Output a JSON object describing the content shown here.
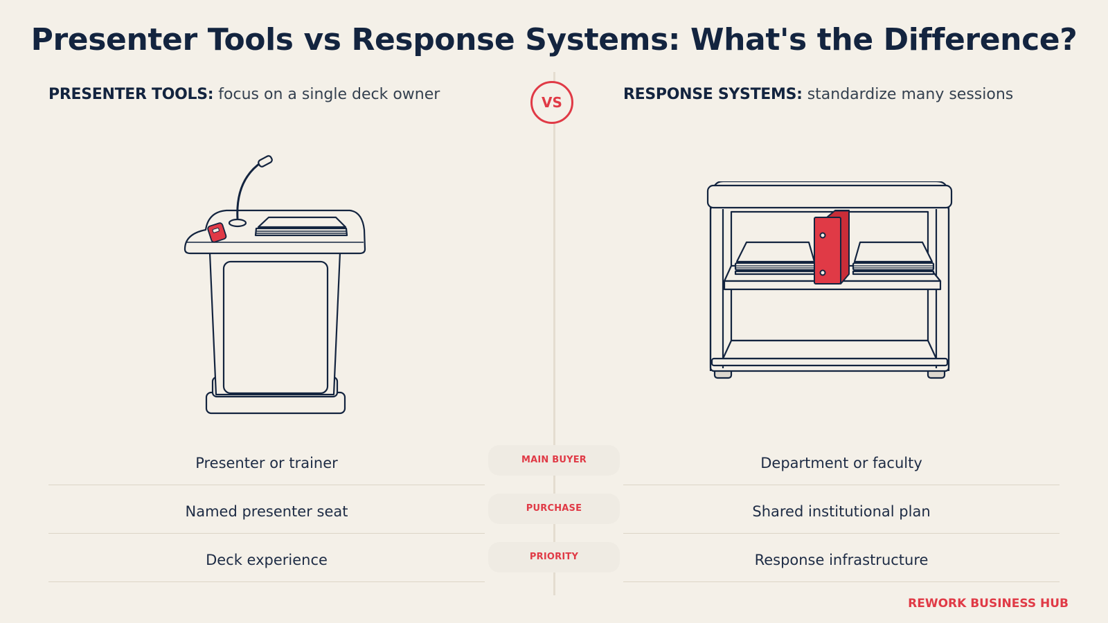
{
  "title": "Presenter Tools vs Response Systems: What's the Difference?",
  "vs_label": "VS",
  "left": {
    "heading_lead": "PRESENTER TOOLS:",
    "heading_rest": "focus on a single deck owner"
  },
  "right": {
    "heading_lead": "RESPONSE SYSTEMS:",
    "heading_rest": "standardize many sessions"
  },
  "rows": [
    {
      "label": "MAIN BUYER",
      "left": "Presenter or trainer",
      "right": "Department or faculty"
    },
    {
      "label": "PURCHASE",
      "left": "Named presenter seat",
      "right": "Shared institutional plan"
    },
    {
      "label": "PRIORITY",
      "left": "Deck experience",
      "right": "Response infrastructure"
    }
  ],
  "brand": "REWORK BUSINESS HUB",
  "colors": {
    "background": "#f4f0e8",
    "navy": "#13243f",
    "accent_red": "#e03a46",
    "divider": "#e4ddd0"
  },
  "icons": {
    "left": "podium-with-microphone-icon",
    "right": "bookshelf-with-binder-icon"
  }
}
